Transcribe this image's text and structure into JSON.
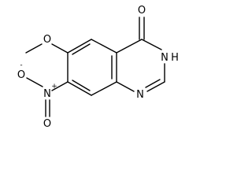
{
  "molecule": {
    "atoms": {
      "carbonyl_oxygen": "O",
      "ring_nh_nitrogen": "N",
      "ring_nh_hydrogen": "H",
      "ring_imine_nitrogen": "N",
      "methoxy_oxygen": "O",
      "nitro_nitrogen": "N",
      "nitro_nitrogen_charge": "+",
      "nitro_oxygen_top": "O",
      "nitro_oxygen_top_charge": "-",
      "nitro_oxygen_bottom": "O"
    }
  }
}
